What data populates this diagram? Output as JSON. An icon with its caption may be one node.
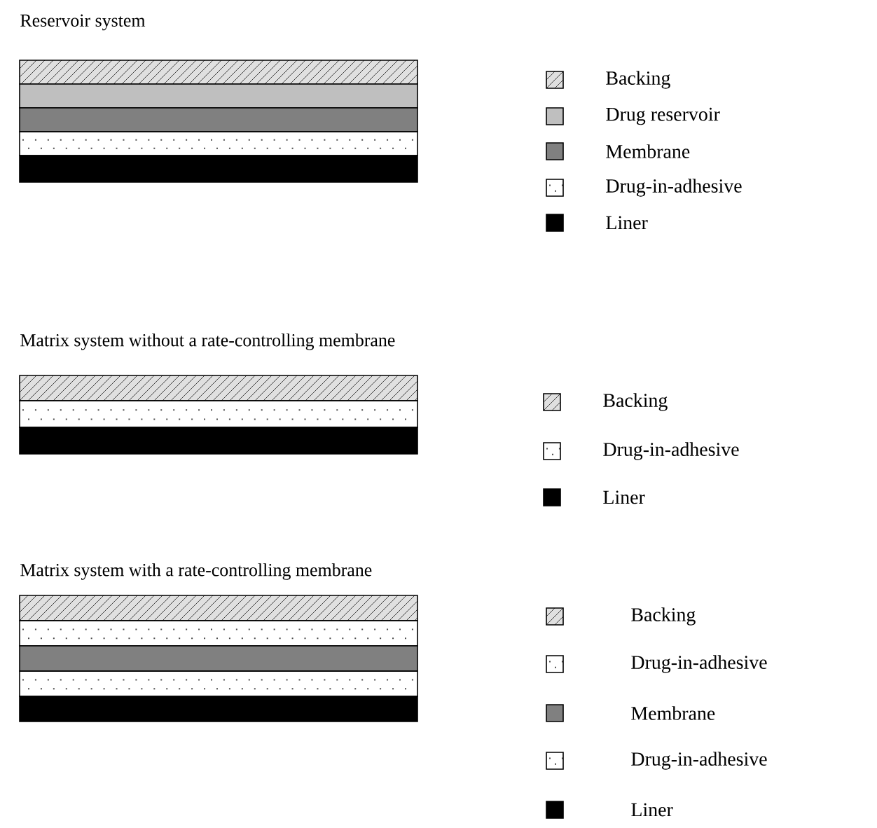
{
  "diagram": {
    "labels": [
      "Reservoir system",
      "Matrix system without a rate-controlling membrane",
      "Matrix system with a rate-controlling membrane"
    ],
    "legend": [
      {
        "text": "Backing"
      },
      {
        "text": "Drug reservoir"
      },
      {
        "text": "Membrane"
      },
      {
        "text": "Drug-in-adhesive"
      },
      {
        "text": "Liner"
      },
      {
        "text": "Backing"
      },
      {
        "text": "Drug-in-adhesive"
      },
      {
        "text": "Liner"
      },
      {
        "text": "Backing"
      },
      {
        "text": "Drug-in-adhesive"
      },
      {
        "text": "Membrane"
      },
      {
        "text": "Drug-in-adhesive"
      },
      {
        "text": "Liner"
      }
    ]
  }
}
